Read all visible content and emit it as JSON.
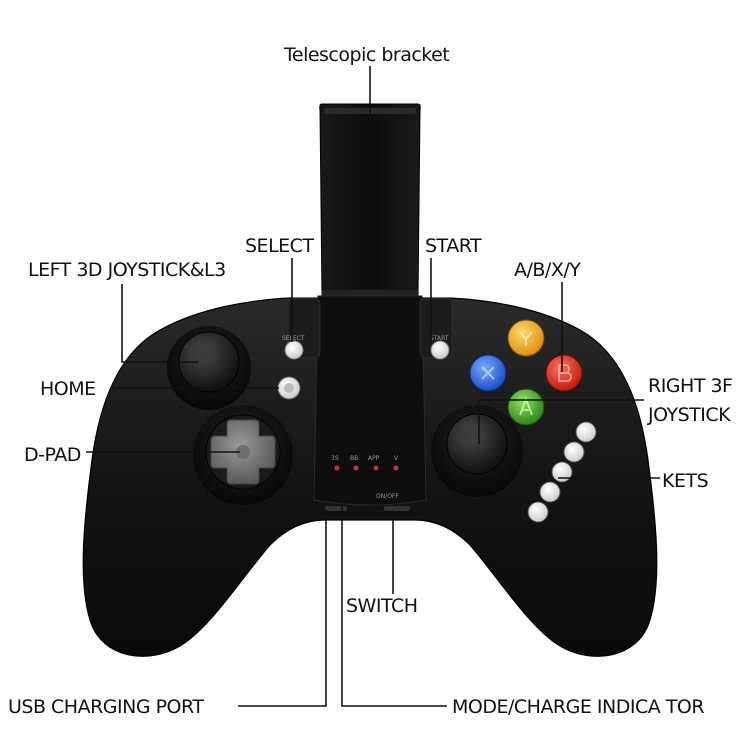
{
  "labels": {
    "telescopic_bracket": "Telescopic bracket",
    "select": "SELECT",
    "start": "START",
    "left_joystick": "LEFT 3D JOYSTICK&L3",
    "abxy": "A/B/X/Y",
    "home": "HOME",
    "right_joystick_line1": "RIGHT 3F",
    "right_joystick_line2": "JOYSTICK",
    "dpad": "D-PAD",
    "kets": "KETS",
    "switch": "SWITCH",
    "usb_port": "USB CHARGING PORT",
    "mode_indicator": "MODE/CHARGE INDICA TOR"
  },
  "panel_marks": {
    "ind_1": "3S",
    "ind_2": "BB",
    "ind_3": "APP",
    "ind_4": "V",
    "on_off": "ON/OFF",
    "select_mark": "SELECT",
    "start_mark": "START"
  },
  "colors": {
    "body": "#141414",
    "button_a_yellow": "#f0a818",
    "button_b_red": "#d8281c",
    "button_x_blue": "#2c64d8",
    "button_y_green": "#40a020",
    "indicator_led": "#c83030"
  }
}
